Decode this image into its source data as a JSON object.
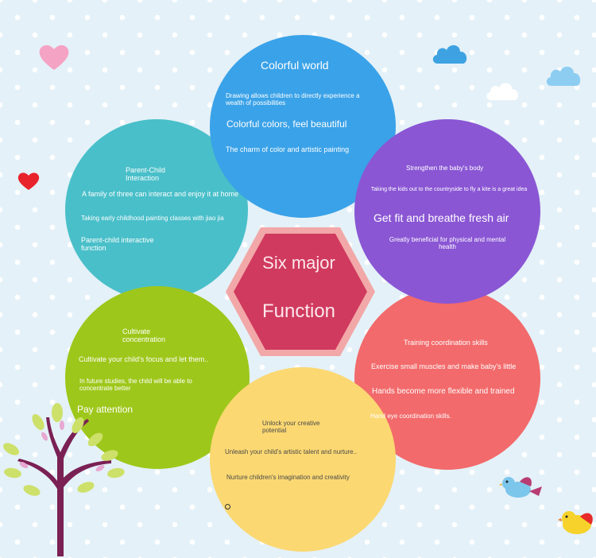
{
  "center": {
    "line1": "Six major",
    "line2": "Function"
  },
  "circles": {
    "colorful": {
      "title": "Colorful world",
      "l1": "Drawing allows children to directly experience a wealth of possibilities",
      "l2": "Colorful colors, feel beautiful",
      "l3": "The charm of color and artistic painting",
      "color": "#3aa2e8"
    },
    "parent": {
      "title": "Parent-Child Interaction",
      "l1": "A family of three can interact and enjoy it at home",
      "l2": "Taking early childhood painting classes with jiao jia",
      "l3": "Parent-child interactive function",
      "color": "#49bfc9"
    },
    "strength": {
      "title": "Strengthen the baby's body",
      "l1": "Taking the kids out to the countryside to fly a kite is a great idea",
      "l2": "Get fit and breathe fresh air",
      "l3": "Greatly beneficial for physical and mental health",
      "color": "#8a56d4"
    },
    "concentration": {
      "title": "Cultivate concentration",
      "l1": "Cultivate your child's focus and let them..",
      "l2": "In future studies, the child will be able to concentrate better",
      "l3": "Pay attention",
      "color": "#9ec71b"
    },
    "coordination": {
      "title": "Training coordination skills",
      "l1": "Exercise small muscles and make baby's little",
      "l2": "Hands become more flexible and trained",
      "l3": "Hand eye coordination skills.",
      "color": "#f26a6b"
    },
    "creative": {
      "title": "Unlock your creative potential",
      "l1": "Unleash your child's artistic talent and nurture..",
      "l2": "Nurture children's imagination and creativity",
      "color": "#fbd872"
    }
  },
  "colors": {
    "hex_fill": "#d03a5e",
    "hex_border": "#f2a8a8",
    "background": "#e4f1f8"
  },
  "decorations": [
    "heart-icon",
    "cloud-icon",
    "tree-icon",
    "bird-icon"
  ]
}
